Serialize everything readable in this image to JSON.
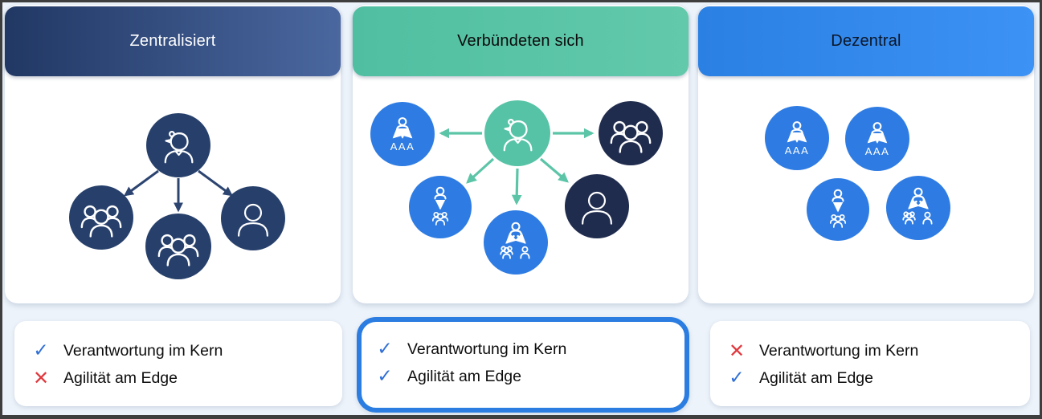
{
  "palette": {
    "background": "#edf3fa",
    "frame_border": "#3e3e3e",
    "header_navy_from": "#213864",
    "header_navy_to": "#4a679f",
    "header_teal": "#57c2a4",
    "header_blue_from": "#2b80e4",
    "header_blue_to": "#3d92f5",
    "navy_circle": "#27406b",
    "dark_navy_circle": "#202c4e",
    "blue_circle": "#2e7ce3",
    "teal_circle": "#57c3a6",
    "navy_arrow": "#2c4470",
    "teal_arrow": "#5cc5a7",
    "check_color": "#2f6fd6",
    "cross_color": "#e0393f",
    "highlight_border": "#2b7de1"
  },
  "columns": [
    {
      "title": "Zentralisiert",
      "highlighted": false,
      "features": [
        {
          "glyph": "✓",
          "state": "check",
          "label": "Verantwortung im Kern"
        },
        {
          "glyph": "✕",
          "state": "cross",
          "label": "Agilität am Edge"
        }
      ]
    },
    {
      "title": "Verbündeten sich",
      "aaa_label": "AAA",
      "highlighted": true,
      "features": [
        {
          "glyph": "✓",
          "state": "check",
          "label": "Verantwortung im Kern"
        },
        {
          "glyph": "✓",
          "state": "check",
          "label": "Agilität am Edge"
        }
      ]
    },
    {
      "title": "Dezentral",
      "aaa_labels": [
        "AAA",
        "AAA"
      ],
      "highlighted": false,
      "features": [
        {
          "glyph": "✕",
          "state": "cross",
          "label": "Verantwortung im Kern"
        },
        {
          "glyph": "✓",
          "state": "check",
          "label": "Agilität am Edge"
        }
      ]
    }
  ]
}
